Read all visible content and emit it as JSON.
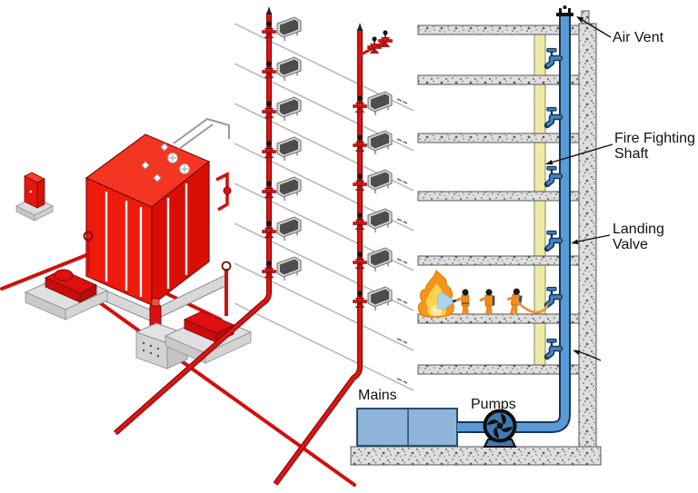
{
  "labels": {
    "air_vent": "Air Vent",
    "fire_fighting_shaft": "Fire Fighting Shaft",
    "landing_valve": "Landing Valve",
    "mains": "Mains",
    "pumps": "Pumps"
  },
  "colors": {
    "pipe_red": "#d31110",
    "tank_red": "#ee1a0b",
    "riser_blue": "#5b9bd5",
    "riser_casing": "#16365c",
    "shaft_yellow": "#ececa6",
    "concrete_gray": "#dedede",
    "mains_tank_blue": "#8fb4da",
    "fire_orange": "#f7941d",
    "fire_yellow": "#ffd34d",
    "spray_blue": "#a9d7f2",
    "firefighter_orange": "#f08c1e"
  },
  "figure": {
    "building_floor_slabs": 7,
    "building_landing_valves": 6,
    "riser1_landing_valves": 7,
    "riser2_landing_valves": 6,
    "firefighters": 3,
    "has_air_vent": true,
    "has_fire": true
  },
  "icons": {
    "air-vent-icon": "black T-cap on riser top",
    "landing-valve-icon": "blue wall hydrant valve with handle",
    "riser-valve-icon": "red valve with black hand-knob",
    "hose-cabinet-icon": "gray hose reel cabinet",
    "pump-icon": "centrifugal pump impeller circle",
    "fire-icon": "orange and yellow flames",
    "water-spray-icon": "light blue spray jet",
    "firefighter-icon": "firefighter in orange suit"
  }
}
